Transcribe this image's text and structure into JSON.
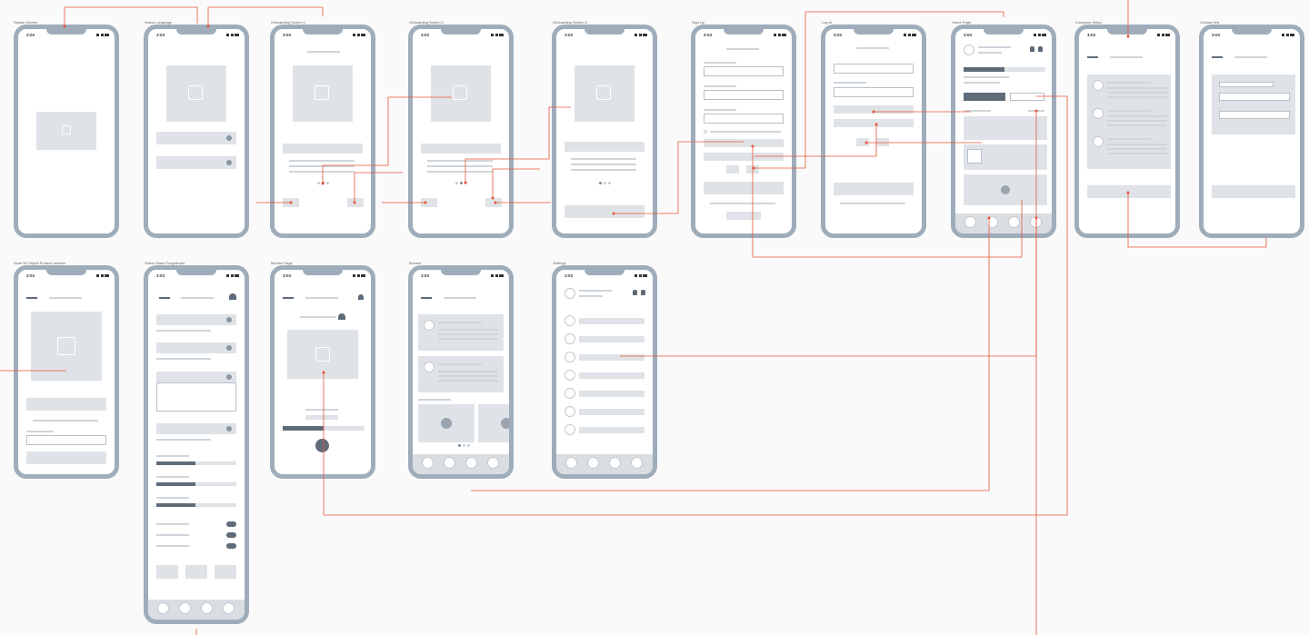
{
  "time": "3:03",
  "screens": [
    {
      "id": "splash",
      "label": "Splash Screen"
    },
    {
      "id": "language",
      "label": "Select Language"
    },
    {
      "id": "onb1",
      "label": "Onboarding Screen 1"
    },
    {
      "id": "onb2",
      "label": "Onboarding Screen 2"
    },
    {
      "id": "onb3",
      "label": "Onboarding Screen 3"
    },
    {
      "id": "signup",
      "label": "Sign Up"
    },
    {
      "id": "login",
      "label": "Log In"
    },
    {
      "id": "home",
      "label": "Home Page"
    },
    {
      "id": "company",
      "label": "Company Setup"
    },
    {
      "id": "contact",
      "label": "Contact Wiz"
    },
    {
      "id": "scan",
      "label": "Scan Wi Object Product number"
    },
    {
      "id": "wash",
      "label": "Select Wash Programme"
    },
    {
      "id": "monitor",
      "label": "Monitor Page"
    },
    {
      "id": "browse",
      "label": "Browse"
    },
    {
      "id": "settings",
      "label": "Settings"
    }
  ],
  "colors": {
    "frame": "#9fadbb",
    "block": "#dfe3e7",
    "connector": "#e8553a",
    "dark": "#5f6b78"
  }
}
